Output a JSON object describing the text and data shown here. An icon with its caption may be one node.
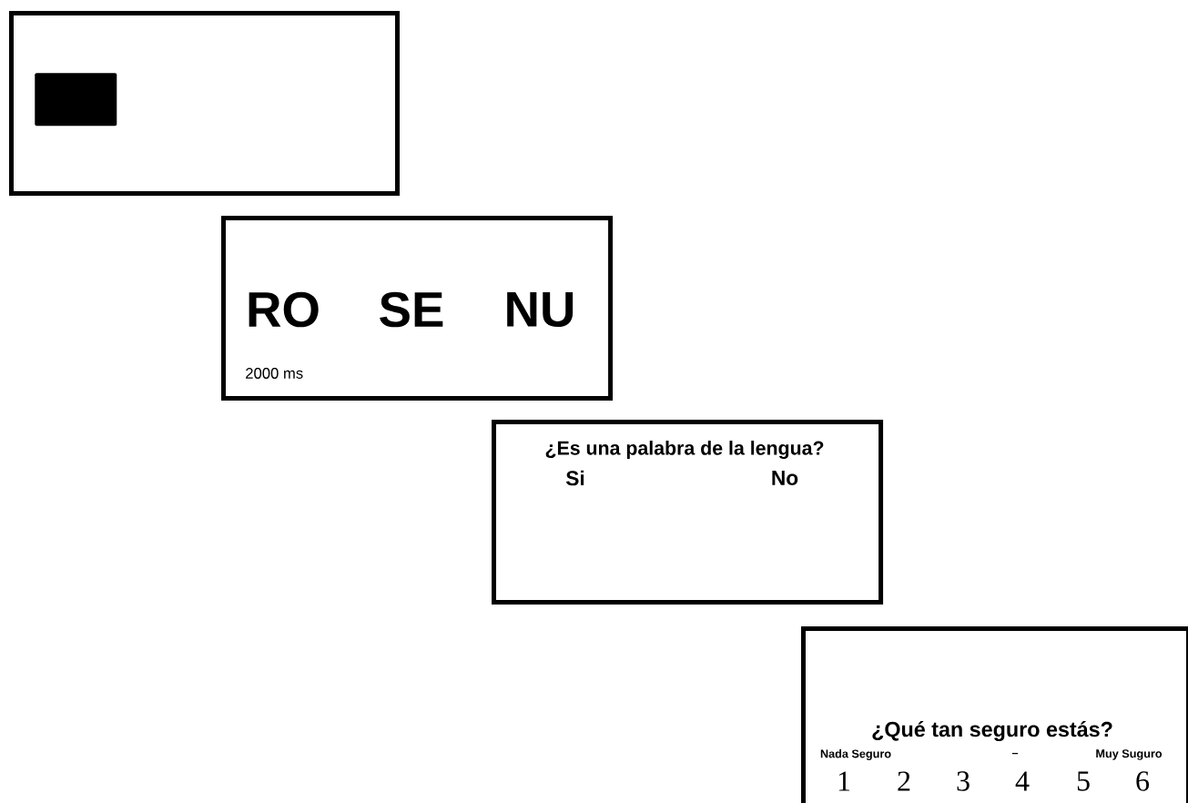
{
  "diagram": {
    "nodes": [
      {
        "text": [],
        "shape": "box"
      },
      {
        "text": [],
        "shape": "box",
        "in": 0
      },
      {
        "text": [
          "RO",
          "SE",
          "NU",
          "2000 ms"
        ]
      },
      {
        "text": [
          "¿Es una palabra de la lengua?",
          "Si",
          "No"
        ]
      },
      {
        "text": [
          "¿Qué tan seguro estás?",
          "Nada Seguro",
          "–",
          "Muy Suguro",
          "1",
          "2",
          "3",
          "4",
          "5",
          "6"
        ]
      }
    ]
  }
}
